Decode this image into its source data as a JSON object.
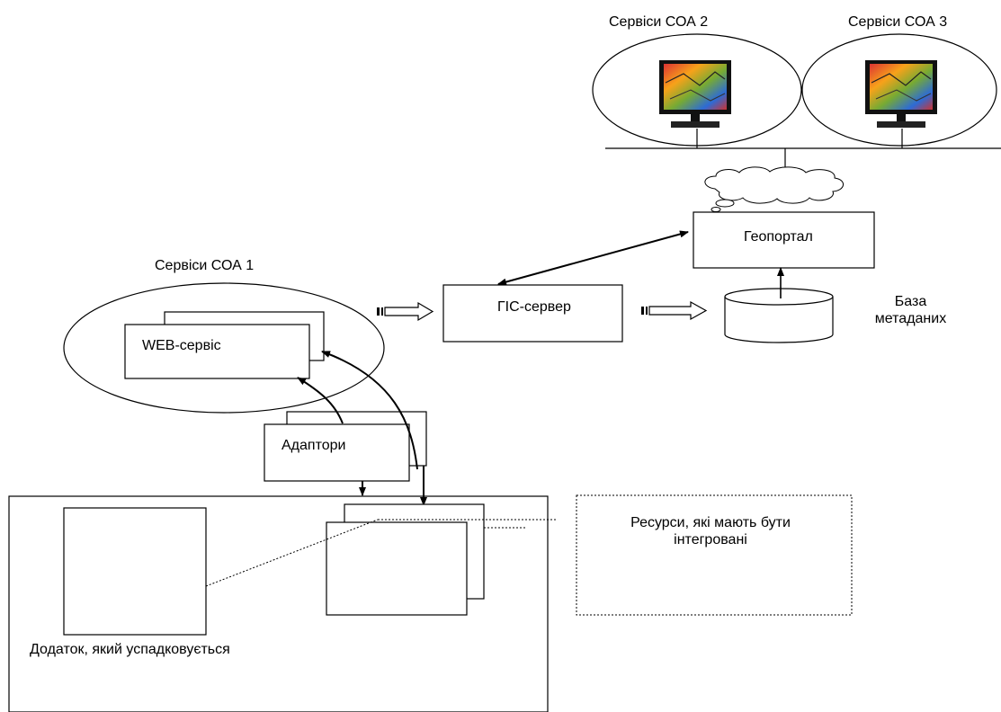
{
  "labels": {
    "soa2": "Сервіси СОА 2",
    "soa3": "Сервіси СОА 3",
    "soa1": "Сервіси СОА 1",
    "geoportal": "Геопортал",
    "gis_server": "ГІС-сервер",
    "metadata_db_line1": "База",
    "metadata_db_line2": "метаданих",
    "web_service": "WEB-сервіс",
    "adapters": "Адаптори",
    "resources": "Ресурси, які мають бути інтегровані",
    "legacy_app": "Додаток, який успадковується"
  }
}
